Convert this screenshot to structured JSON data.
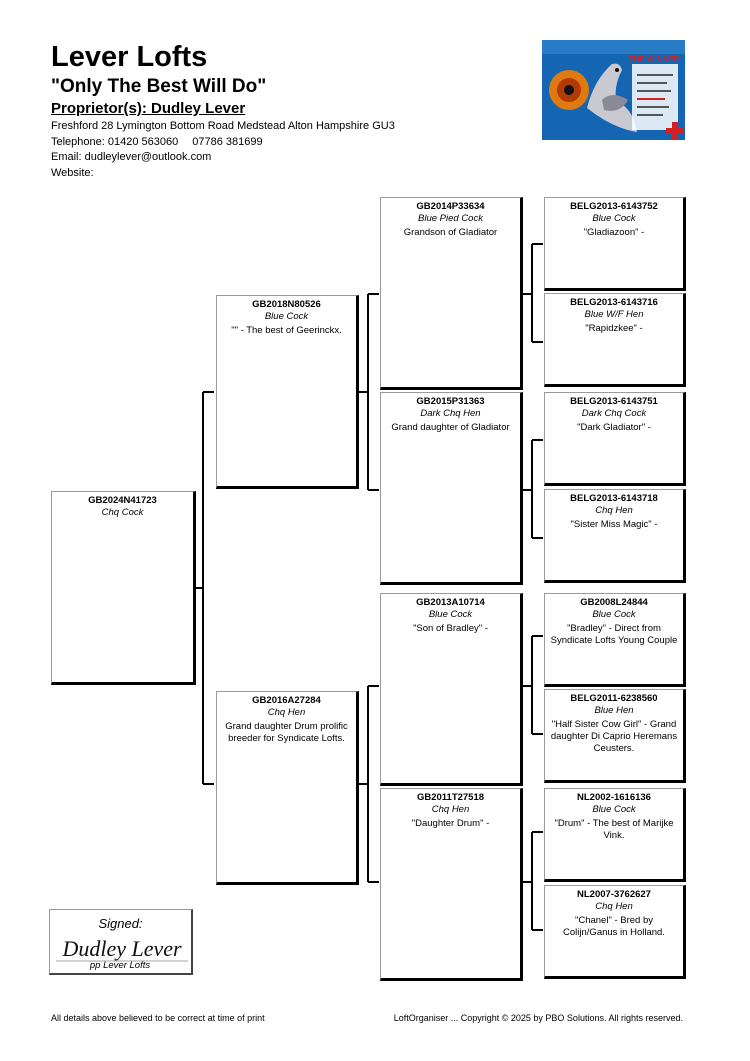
{
  "header": {
    "loft_name": "Lever Lofts",
    "motto": "\"Only The Best Will Do\"",
    "proprietor": "Proprietor(s): Dudley Lever",
    "address": "Freshford 28 Lymington Bottom Road Medstead Alton Hampshire GU3",
    "telephone_label": "Telephone: 01420 563060",
    "telephone_2": "07786 381699",
    "email": "Email: dudleylever@outlook.com",
    "website": "Website:"
  },
  "logo": {
    "title": "THE WINNER",
    "colors": {
      "background": "#1566b2",
      "title": "#d42020",
      "eye": "#e07a10"
    }
  },
  "pedigree": {
    "subject": {
      "ring": "GB2024N41723",
      "color": "Chq Cock",
      "desc": ""
    },
    "sire": {
      "ring": "GB2018N80526",
      "color": "Blue Cock",
      "desc": "\"\" - The best of Geerinckx."
    },
    "dam": {
      "ring": "GB2016A27284",
      "color": "Chq Hen",
      "desc": "Grand daughter Drum prolific breeder for Syndicate Lofts."
    },
    "ss": {
      "ring": "GB2014P33634",
      "color": "Blue Pied Cock",
      "desc": "Grandson of Gladiator"
    },
    "sd": {
      "ring": "GB2015P31363",
      "color": "Dark Chq Hen",
      "desc": "Grand daughter of Gladiator"
    },
    "ds": {
      "ring": "GB2013A10714",
      "color": "Blue Cock",
      "desc": "\"Son of Bradley\" -"
    },
    "dd": {
      "ring": "GB2011T27518",
      "color": "Chq Hen",
      "desc": "\"Daughter Drum\" -"
    },
    "sss": {
      "ring": "BELG2013-6143752",
      "color": "Blue Cock",
      "desc": "\"Gladiazoon\" -"
    },
    "ssd": {
      "ring": "BELG2013-6143716",
      "color": "Blue W/F Hen",
      "desc": "\"Rapidzkee\" -"
    },
    "sds": {
      "ring": "BELG2013-6143751",
      "color": "Dark Chq Cock",
      "desc": "\"Dark Gladiator\" -"
    },
    "sdd": {
      "ring": "BELG2013-6143718",
      "color": "Chq Hen",
      "desc": "\"Sister Miss Magic\" -"
    },
    "dss": {
      "ring": "GB2008L24844",
      "color": "Blue Cock",
      "desc": "\"Bradley\" - Direct from Syndicate Lofts Young Couple"
    },
    "dsd": {
      "ring": "BELG2011-6238560",
      "color": "Blue Hen",
      "desc": "\"Half Sister Cow Girl\" - Grand daughter Di Caprio Heremans Ceusters."
    },
    "dds": {
      "ring": "NL2002-1616136",
      "color": "Blue Cock",
      "desc": "\"Drum\" - The best of Marijke Vink."
    },
    "ddd": {
      "ring": "NL2007-3762627",
      "color": "Chq Hen",
      "desc": "\"Chanel\" - Bred by Colijn/Ganus in Holland."
    }
  },
  "signature": {
    "title": "Signed:",
    "name": "Dudley Lever",
    "pp": "pp Lever Lofts"
  },
  "footer": {
    "left": "All details above believed to be correct at time of print",
    "right": "LoftOrganiser ... Copyright © 2025 by PBO Solutions. All rights reserved."
  }
}
